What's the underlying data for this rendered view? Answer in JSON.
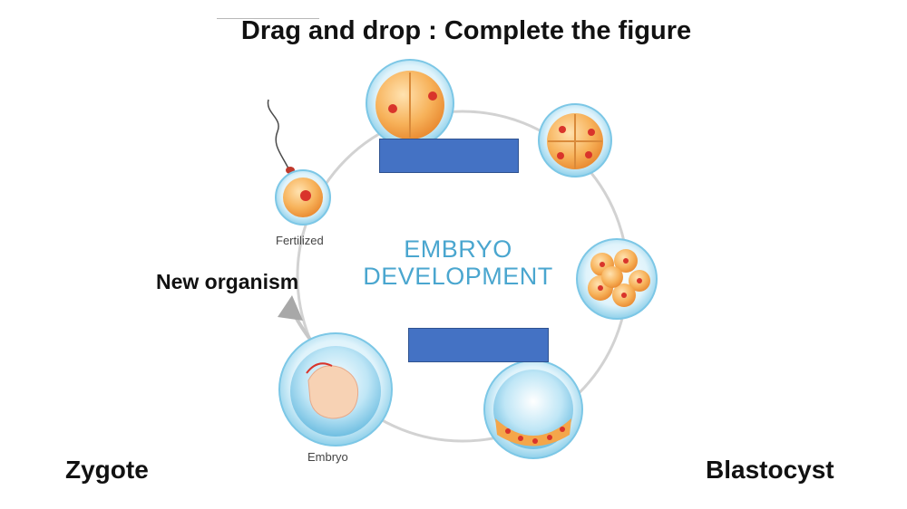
{
  "header": {
    "title": "Drag and drop : Complete the figure"
  },
  "diagram": {
    "center_title_line1": "EMBRYO",
    "center_title_line2": "DEVELOPMENT",
    "stage_labels": {
      "fertilized": "Fertilized",
      "embryo": "Embryo"
    },
    "colors": {
      "ring": "#d0d0d0",
      "cell_shell": "#9fd9ef",
      "cell_body": "#f6a94c",
      "nucleus": "#d9342b",
      "title": "#4aa6cf",
      "drop_box": "#4472c4"
    }
  },
  "drag_items": {
    "new_organism": "New organism",
    "zygote": "Zygote",
    "blastocyst": "Blastocyst"
  }
}
